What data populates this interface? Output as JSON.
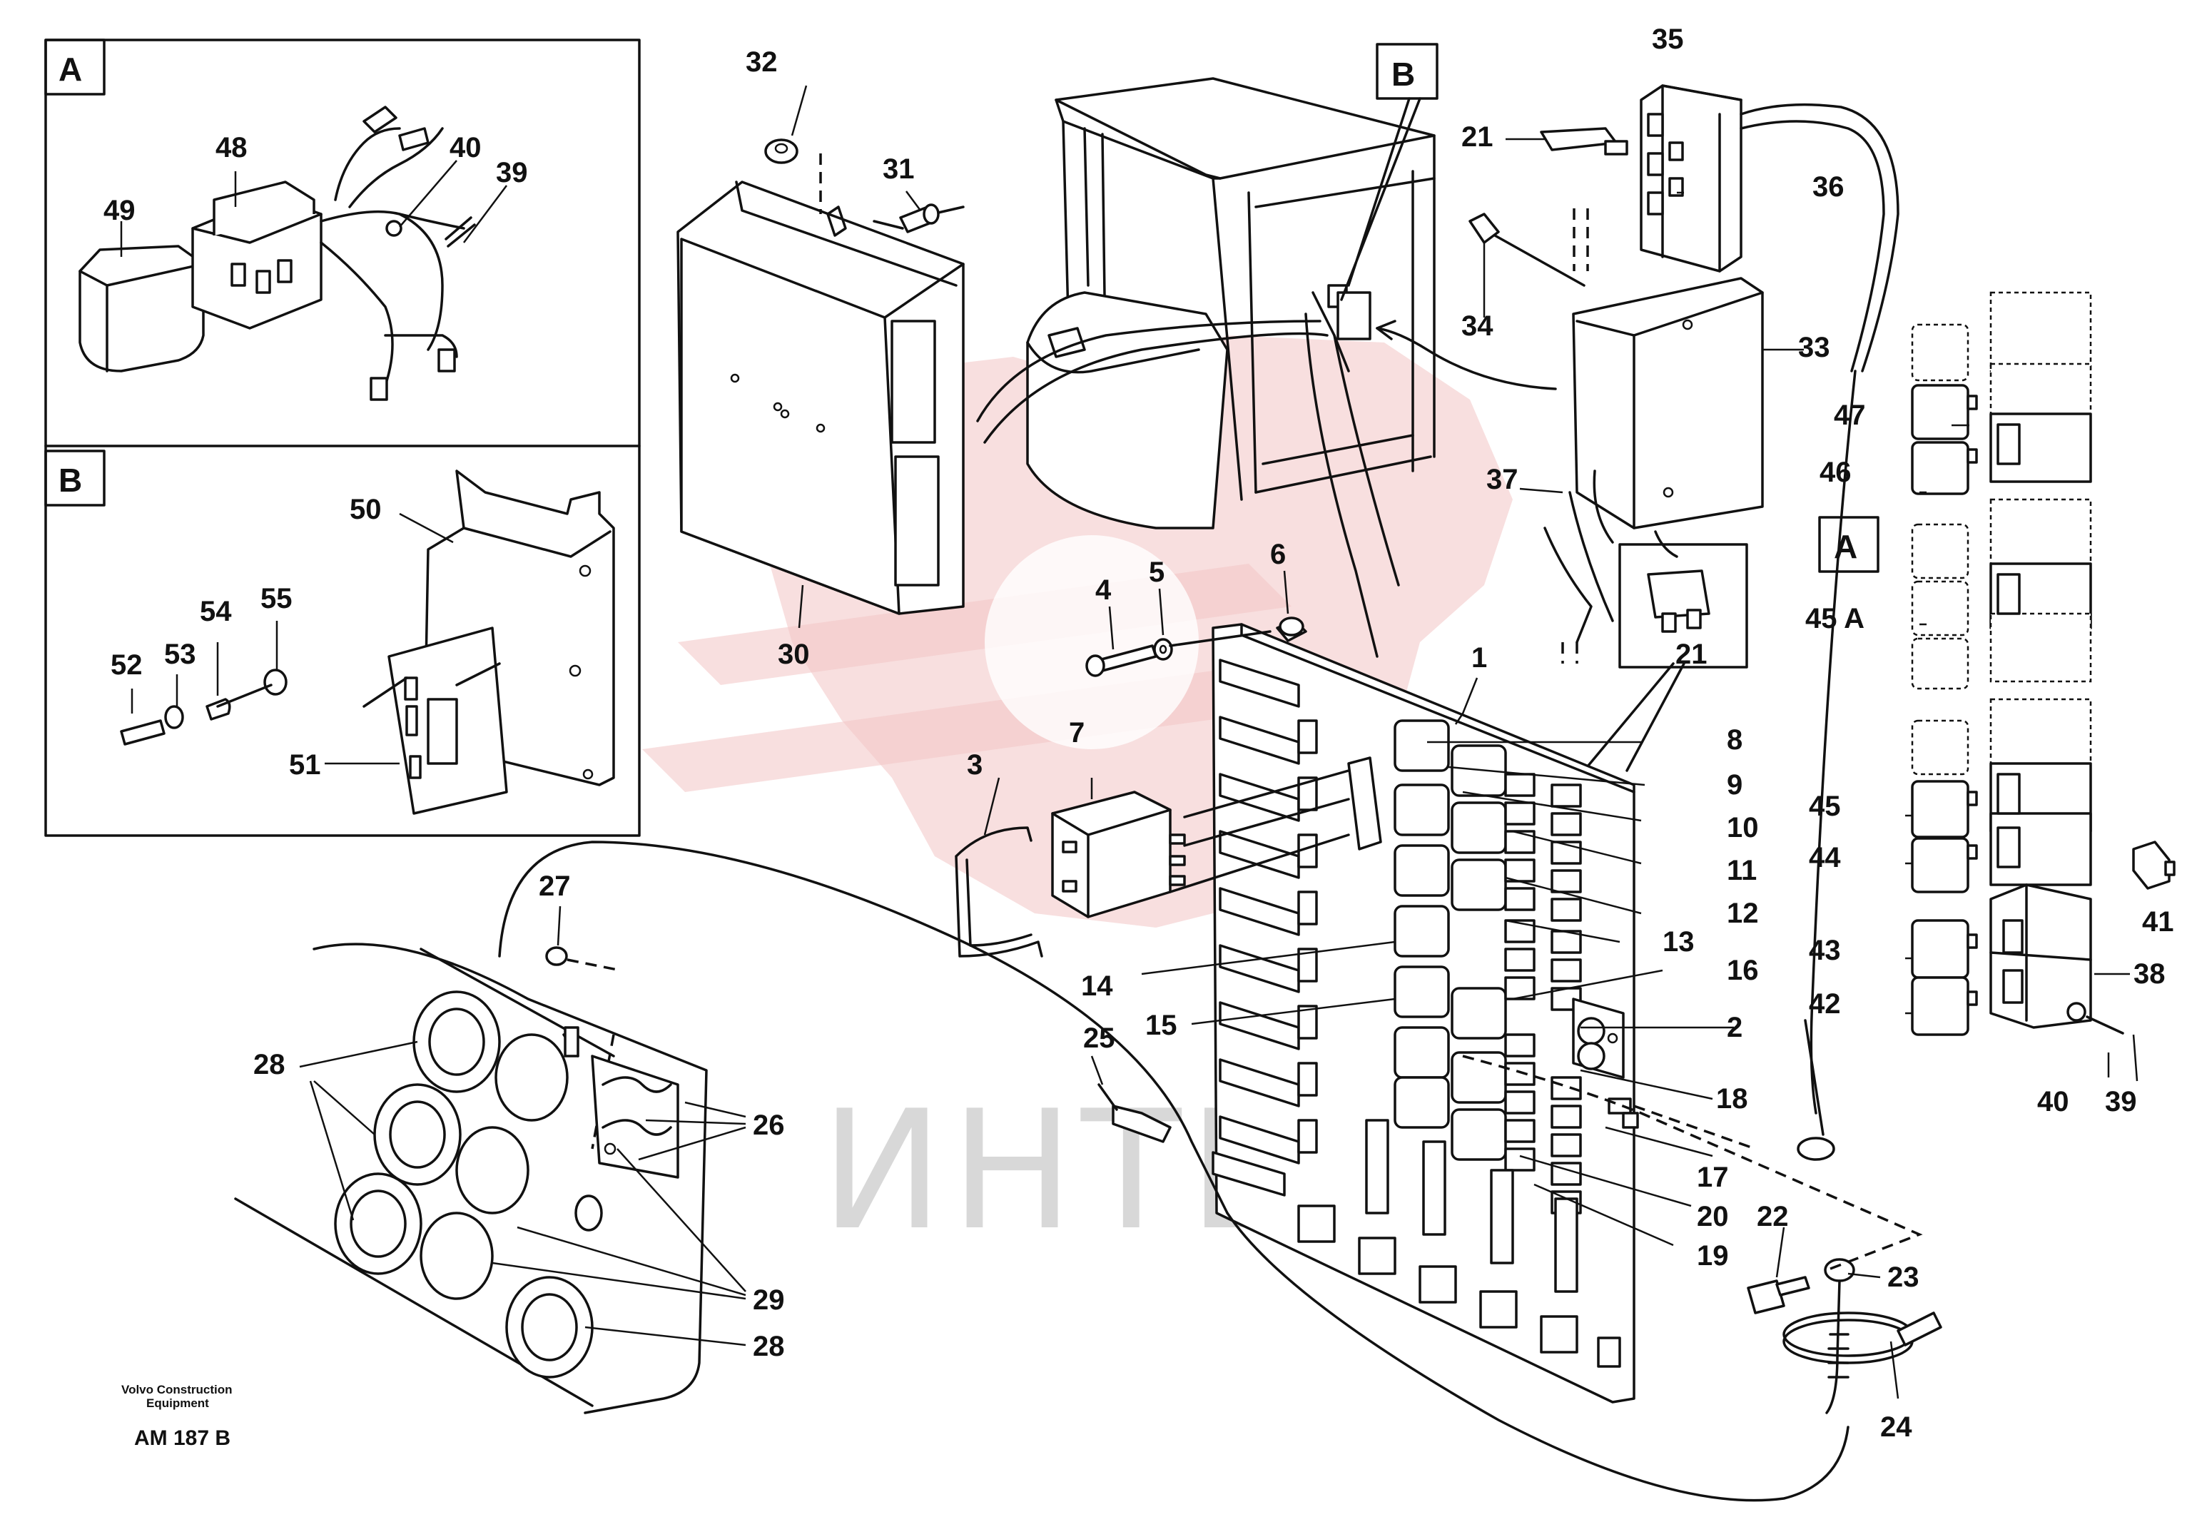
{
  "inset_a": {
    "label": "A",
    "callouts": [
      "49",
      "48",
      "40",
      "39"
    ]
  },
  "inset_b": {
    "label": "B",
    "callouts": [
      "50",
      "52",
      "53",
      "54",
      "55",
      "51"
    ]
  },
  "view_b_marker": "B",
  "view_a_marker": "A",
  "callouts": [
    "32",
    "31",
    "30",
    "35",
    "21",
    "36",
    "34",
    "33",
    "37",
    "47",
    "46",
    "45 A",
    "45",
    "44",
    "41",
    "43",
    "38",
    "42",
    "40",
    "39",
    "4",
    "5",
    "6",
    "1",
    "21",
    "8",
    "9",
    "10",
    "11",
    "12",
    "13",
    "16",
    "3",
    "7",
    "14",
    "15",
    "25",
    "2",
    "18",
    "17",
    "20",
    "19",
    "22",
    "23",
    "24",
    "27",
    "28",
    "26",
    "29",
    "28"
  ],
  "watermark": "ИНТЕХ",
  "footer": {
    "brand_line1": "Volvo Construction",
    "brand_line2": "Equipment",
    "code": "AM 187 B"
  }
}
